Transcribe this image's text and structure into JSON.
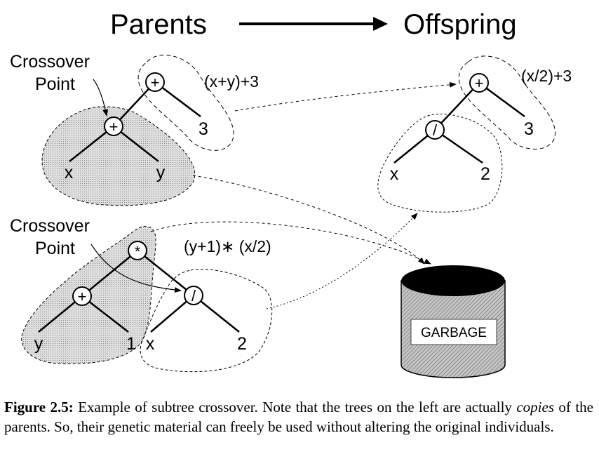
{
  "header": {
    "parents": "Parents",
    "offspring": "Offspring"
  },
  "labels": {
    "crossover_point_line1": "Crossover",
    "crossover_point_line2": "Point",
    "garbage": "GARBAGE"
  },
  "parent1": {
    "expression": "(x+y)+3",
    "root": "+",
    "inner": "+",
    "leaves": [
      "x",
      "y",
      "3"
    ]
  },
  "parent2": {
    "expression": "(y+1)∗ (x/2)",
    "root": "*",
    "inner_left": "+",
    "inner_right": "/",
    "leaves": [
      "y",
      "1",
      "x",
      "2"
    ]
  },
  "offspring": {
    "expression": "(x/2)+3",
    "root": "+",
    "inner": "/",
    "leaves": [
      "x",
      "2",
      "3"
    ]
  },
  "caption": {
    "label": "Figure 2.5:",
    "text_before": " Example of subtree crossover. Note that the trees on the left are actually ",
    "emphasis": "copies",
    "text_after": " of the parents. So, their genetic material can freely be used without altering the original individuals."
  }
}
